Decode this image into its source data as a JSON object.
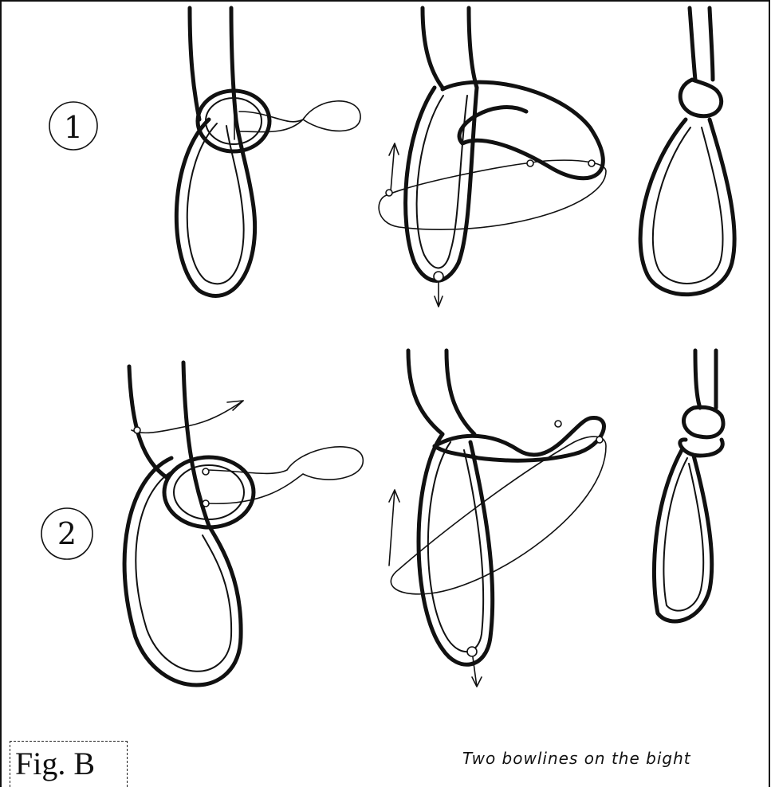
{
  "figure": {
    "label": "Fig. B",
    "caption": "Two bowlines on the bight",
    "steps": [
      {
        "number": "1"
      },
      {
        "number": "2"
      }
    ]
  }
}
